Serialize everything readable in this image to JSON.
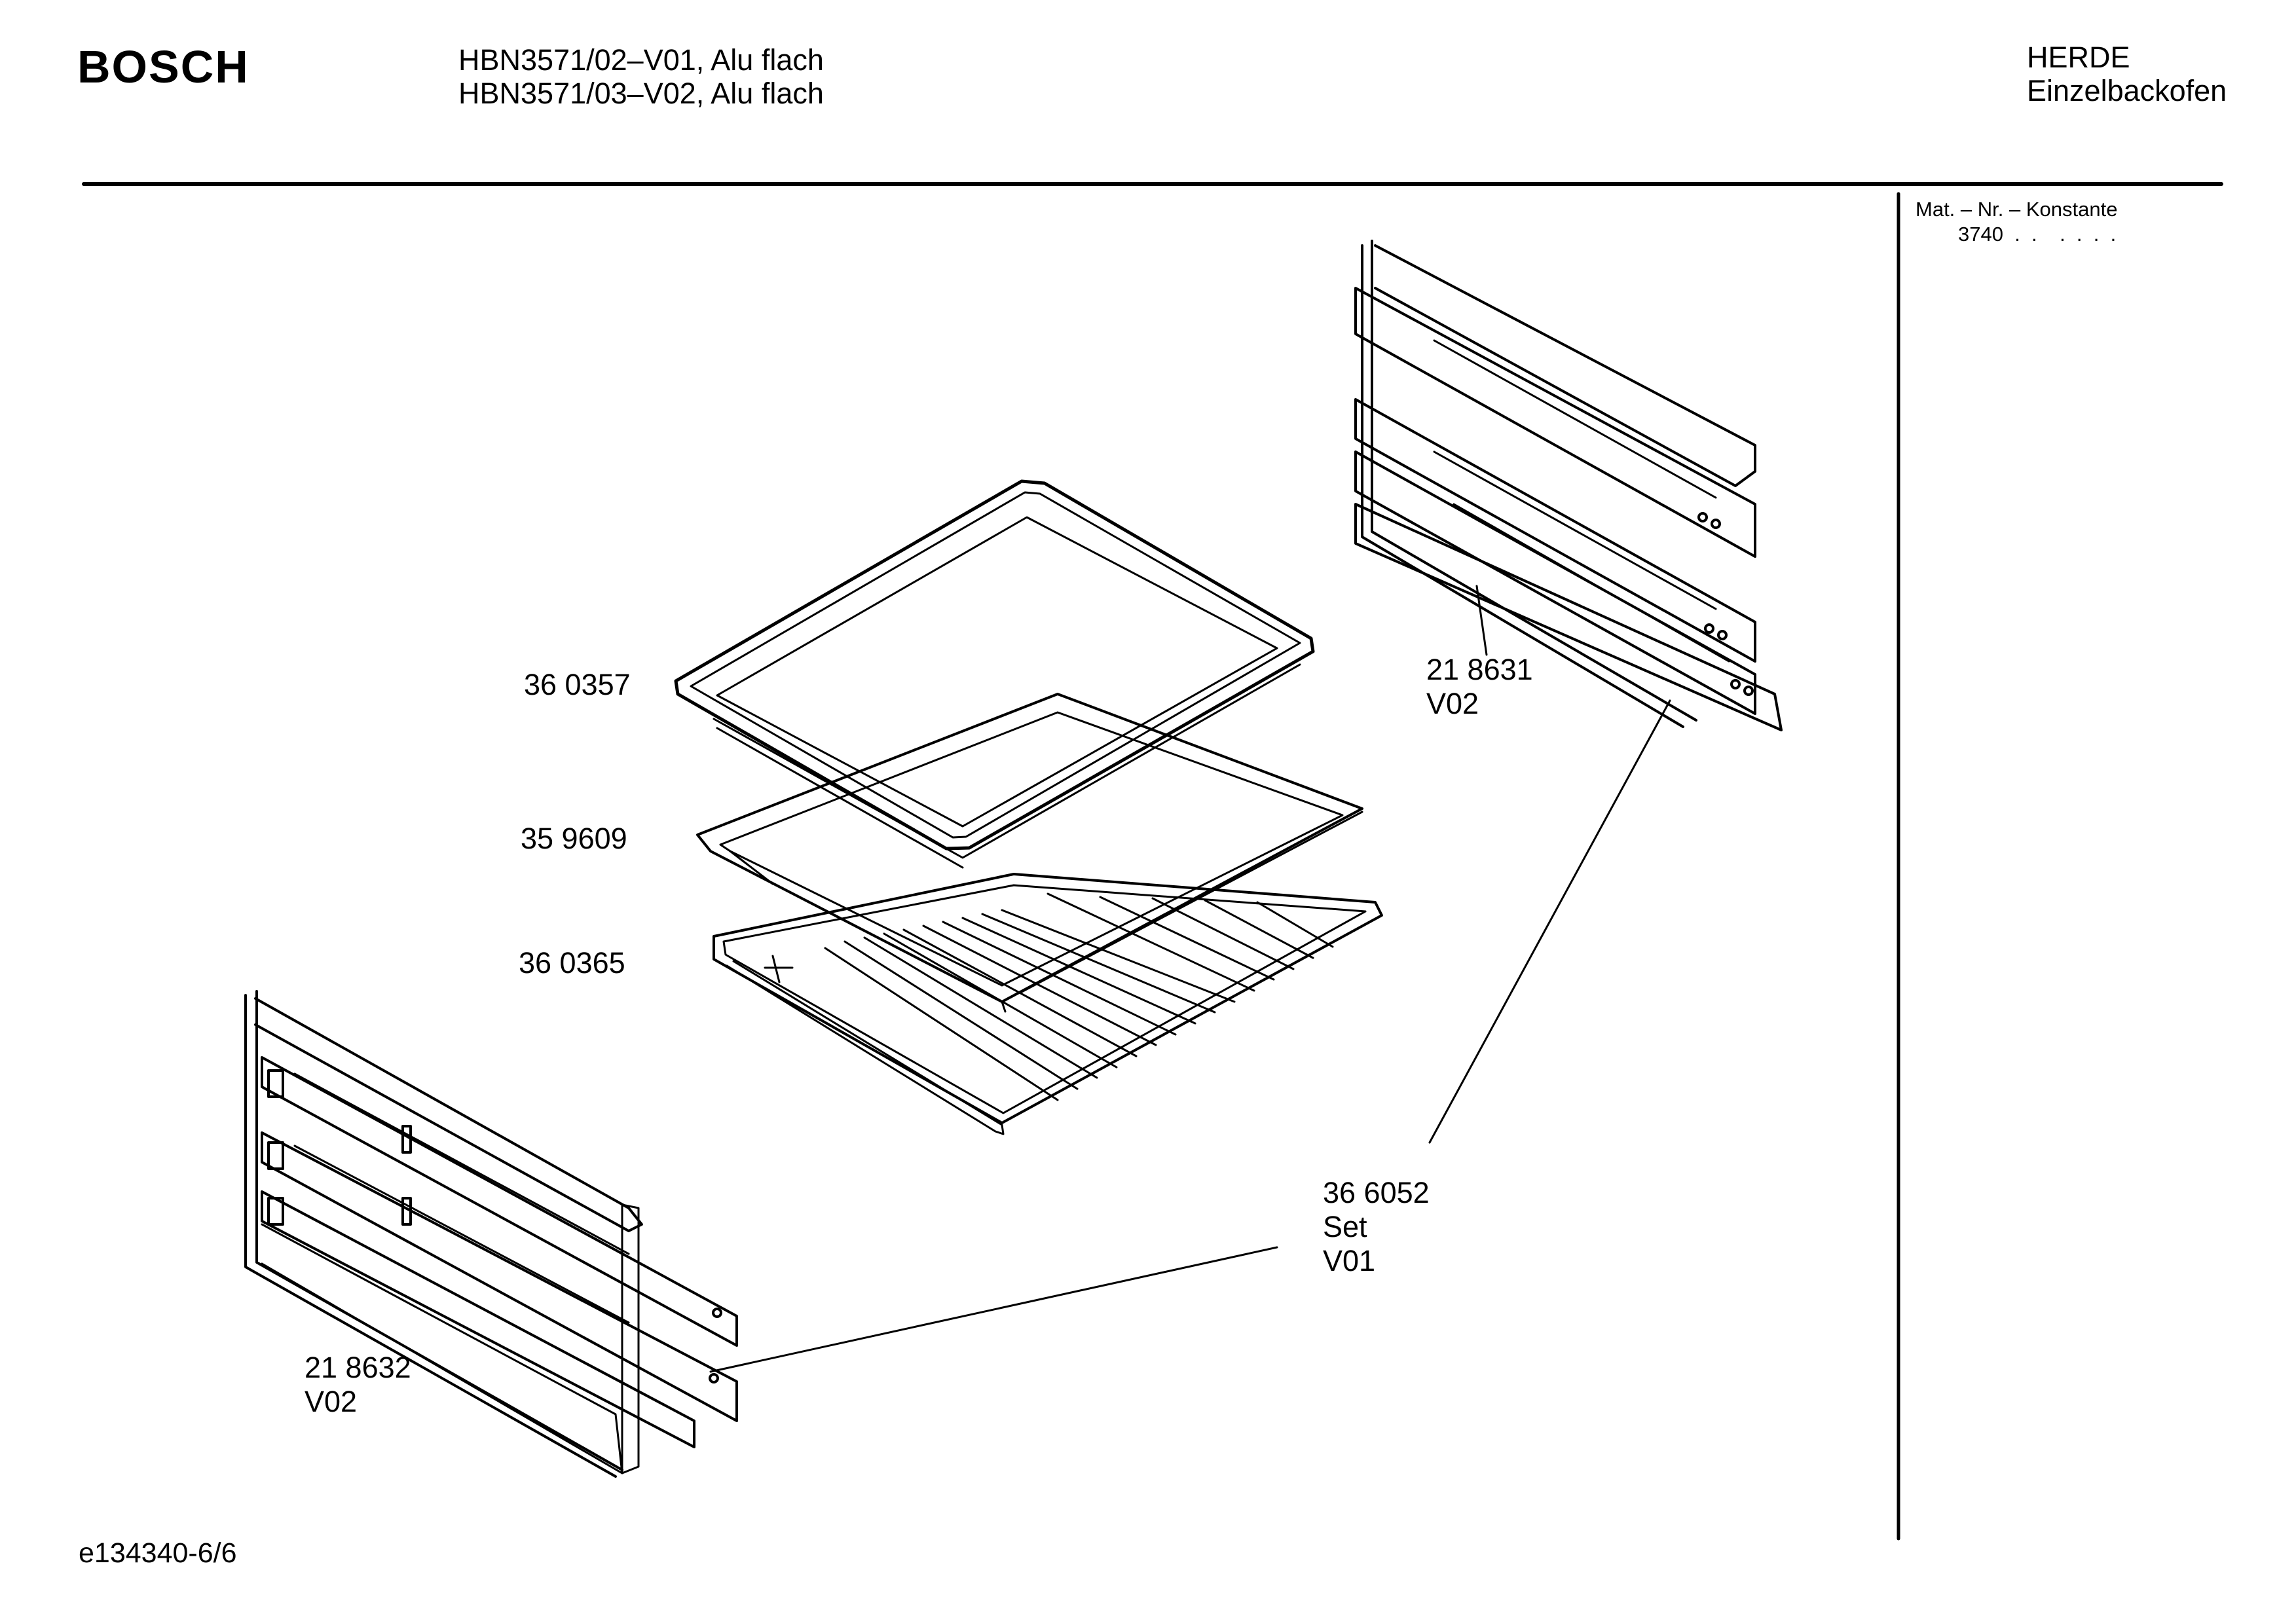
{
  "header": {
    "brand": "BOSCH",
    "model_lines": [
      "HBN3571/02–V01, Alu flach",
      "HBN3571/03–V02, Alu flach"
    ],
    "category_lines": [
      "HERDE",
      "Einzelbackofen"
    ]
  },
  "sidebar": {
    "mat_title": "Mat. – Nr. – Konstante",
    "mat_value": "3740  .  .    .  .  .  ."
  },
  "parts": [
    {
      "id": "tray",
      "lines": [
        "36 0357"
      ]
    },
    {
      "id": "sheet",
      "lines": [
        "35 9609"
      ]
    },
    {
      "id": "rack",
      "lines": [
        "36 0365"
      ]
    },
    {
      "id": "rail-right",
      "lines": [
        "21 8631",
        "V02"
      ]
    },
    {
      "id": "rail-set",
      "lines": [
        "36 6052",
        "Set",
        "V01"
      ]
    },
    {
      "id": "rail-left",
      "lines": [
        "21 8632",
        "V02"
      ]
    }
  ],
  "footer": {
    "drawing_id": "e134340-6/6"
  }
}
